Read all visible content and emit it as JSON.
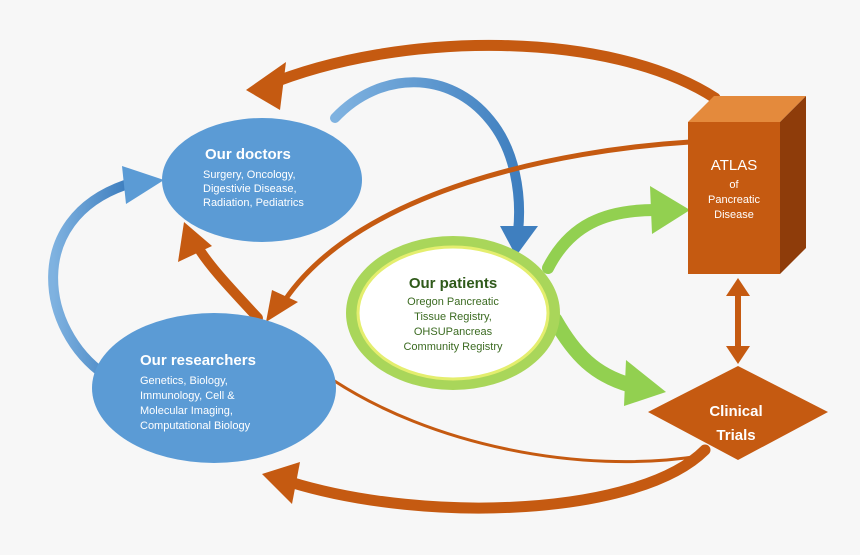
{
  "colors": {
    "background": "#f7f7f7",
    "doctor_blue": "#5b9bd5",
    "orange": "#c55a11",
    "green": "#92d050",
    "patients_ring": "#a9d65a"
  },
  "nodes": {
    "doctors": {
      "title": "Our doctors",
      "lines": [
        "Surgery, Oncology,",
        "Digestivie Disease,",
        "Radiation, Pediatrics"
      ]
    },
    "researchers": {
      "title": "Our researchers",
      "lines": [
        "Genetics, Biology,",
        "Immunology, Cell &",
        "Molecular Imaging,",
        "Computational Biology"
      ]
    },
    "patients": {
      "title": "Our patients",
      "lines": [
        "Oregon Pancreatic",
        "Tissue Registry,",
        "OHSUPancreas",
        "Community Registry"
      ]
    },
    "atlas": {
      "title": "ATLAS",
      "lines": [
        "of",
        "Pancreatic",
        "Disease"
      ]
    },
    "trials": {
      "lines": [
        "Clinical",
        "Trials"
      ]
    }
  }
}
